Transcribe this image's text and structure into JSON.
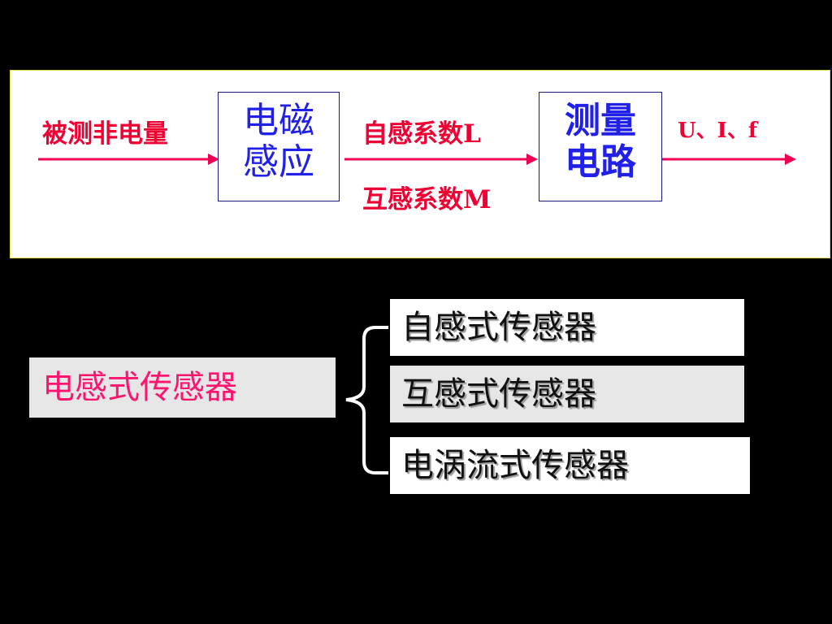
{
  "flow": {
    "input_label": "被测非电量",
    "box1": {
      "line1": "电磁",
      "line2": "感应"
    },
    "mid_label_top": "自感系数L",
    "mid_label_bottom": "互感系数M",
    "box2": {
      "line1": "测量",
      "line2": "电路"
    },
    "output_label": "U、I、f"
  },
  "tree": {
    "root": "电感式传感器",
    "children": [
      "自感式传感器",
      "互感式传感器",
      "电涡流式传感器"
    ]
  },
  "colors": {
    "background": "#000000",
    "arrow": "#ee0055",
    "label_red": "#ee0033",
    "box_text_blue": "#2020e8",
    "root_text_pink": "#ff1470",
    "bracket": "#ffffff"
  },
  "icons": [
    "arrow-right-icon",
    "curly-brace-icon"
  ]
}
